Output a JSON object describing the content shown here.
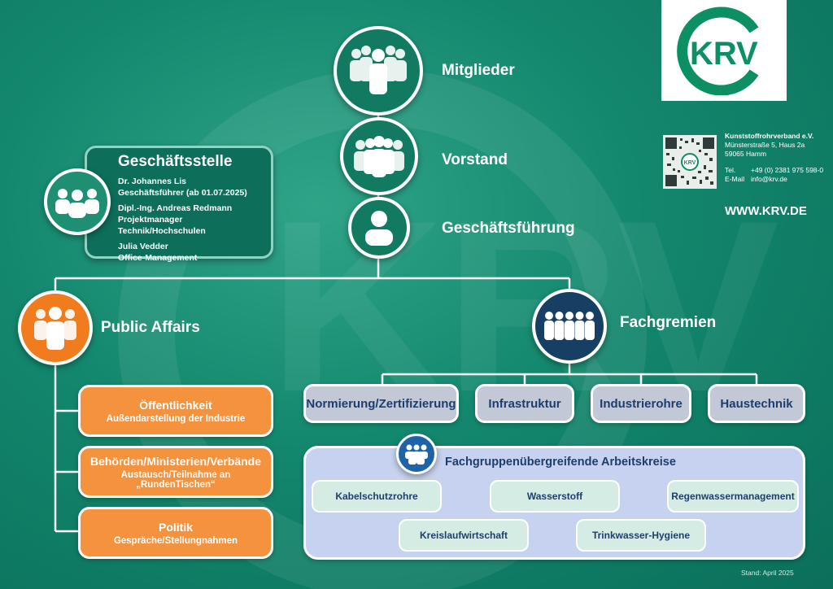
{
  "logo": {
    "text": "KRV",
    "color": "#0b8f63"
  },
  "top": {
    "members": {
      "label": "Mitglieder",
      "icon": "group-icon"
    },
    "board": {
      "label": "Vorstand",
      "icon": "group-icon"
    },
    "management": {
      "label": "Geschäftsführung",
      "icon": "person-icon"
    }
  },
  "office": {
    "title": "Geschäftsstelle",
    "icon": "group-icon",
    "people": [
      {
        "name": "Dr. Johannes Lis",
        "role": "Geschäftsführer (ab 01.07.2025)"
      },
      {
        "name": "Dipl.-Ing. Andreas Redmann",
        "role": "Projektmanager Technik/Hochschulen"
      },
      {
        "name": "Julia Vedder",
        "role": "Office-Management"
      }
    ]
  },
  "contact": {
    "org": "Kunststoffrohrverband e.V.",
    "street": "Münsterstraße 5, Haus 2a",
    "city": "59065 Hamm",
    "tel_label": "Tel.",
    "tel": "+49 (0) 2381 975 598-0",
    "mail_label": "E-Mail",
    "mail": "info@krv.de",
    "website": "WWW.KRV.DE",
    "qr_logo": "KRV"
  },
  "public_affairs": {
    "label": "Public Affairs",
    "icon": "group-icon",
    "color": "#f07c1e",
    "items": [
      {
        "title": "Öffentlichkeit",
        "subtitle": "Außendarstellung der Industrie"
      },
      {
        "title": "Behörden/Ministerien/Verbände",
        "subtitle": "Austausch/Teilnahme an „RundenTischen“"
      },
      {
        "title": "Politik",
        "subtitle": "Gespräche/Stellungnahmen"
      }
    ]
  },
  "fachgremien": {
    "label": "Fachgremien",
    "icon": "group-icon",
    "color": "#173e63",
    "groups": [
      "Normierung/Zertifizierung",
      "Infrastruktur",
      "Industrierohre",
      "Haustechnik"
    ]
  },
  "arbeitskreise": {
    "title": "Fachgruppenübergreifende Arbeitskreise",
    "icon": "group-icon",
    "items": [
      "Kabelschutzrohre",
      "Wasserstoff",
      "Regenwassermanagement",
      "Kreislaufwirtschaft",
      "Trinkwasser-Hygiene"
    ]
  },
  "footer": {
    "stand": "Stand: April 2025"
  }
}
